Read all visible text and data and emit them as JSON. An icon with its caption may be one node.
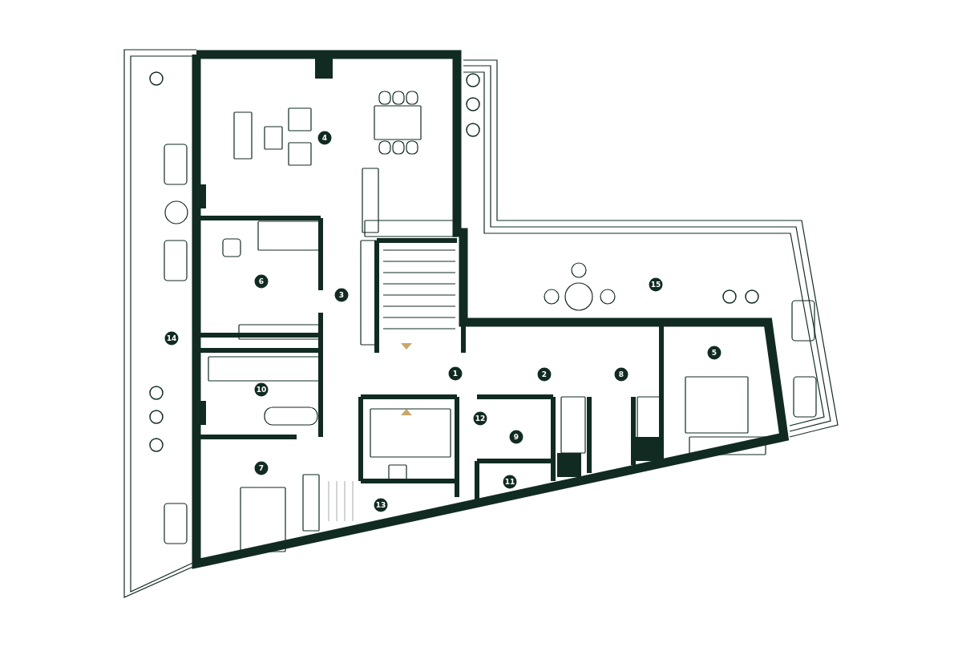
{
  "diagram": {
    "labels": [
      "4",
      "6",
      "3",
      "15",
      "14",
      "5",
      "1",
      "2",
      "8",
      "10",
      "12",
      "9",
      "7",
      "11",
      "13"
    ]
  }
}
